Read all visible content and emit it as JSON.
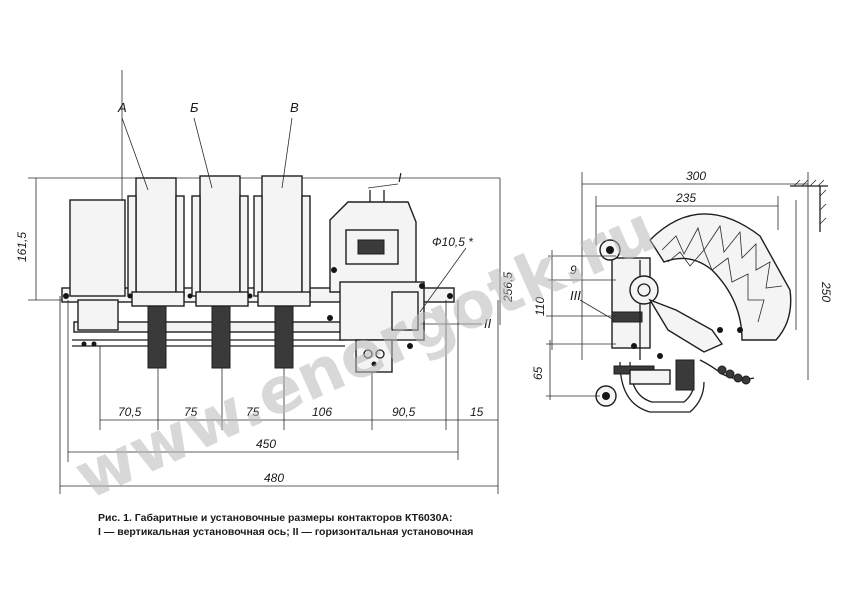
{
  "section_labels": {
    "a": "А",
    "b": "Б",
    "v": "В"
  },
  "axis_labels": {
    "vertical": "I",
    "horizontal": "II",
    "side_view": "III"
  },
  "diameter_note": "Ф10,5 *",
  "dims_left": {
    "height_1": "161,5",
    "height_2": "256,5",
    "span_1": "70,5",
    "span_2": "75",
    "span_3": "75",
    "span_4": "106",
    "span_5": "90,5",
    "span_6": "15",
    "total_450": "450",
    "total_480": "480"
  },
  "dims_right": {
    "width_300": "300",
    "width_235": "235",
    "height_250": "250",
    "dim_9": "9",
    "dim_110": "110",
    "dim_65": "65"
  },
  "caption": {
    "line1": "Рис. 1. Габаритные и установочные размеры   контакторов    КТ6030А:",
    "line2": "I — вертикальная  установочная  ось;  II — горизонтальная         установочная"
  },
  "watermark": "www.energotk.ru"
}
